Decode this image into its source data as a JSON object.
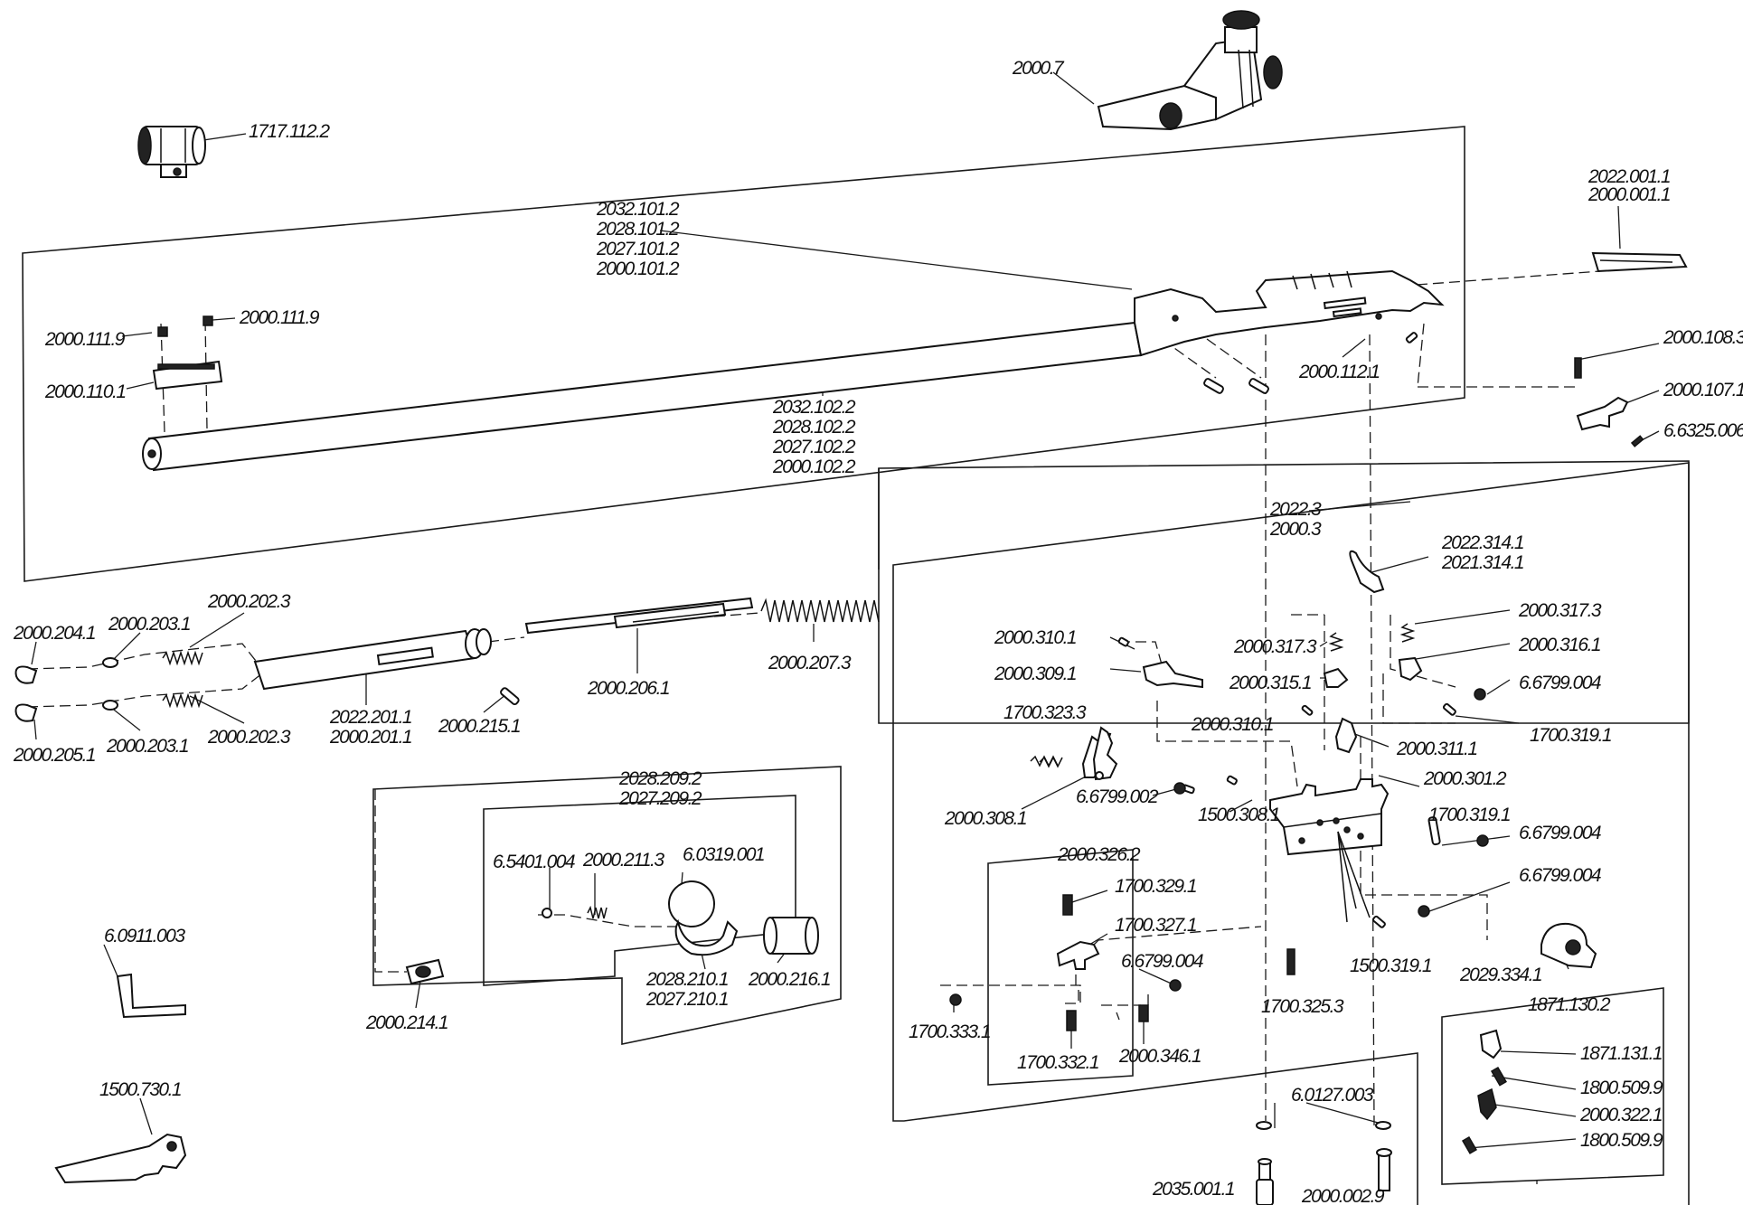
{
  "labels": {
    "rear_sight": "2000.7",
    "front_sight": "1717.112.2",
    "scope_mount": "2022.001.1",
    "scope_mount_b": "2000.001.1",
    "receiver_group_a": "2032.101.2",
    "receiver_group_b": "2028.101.2",
    "receiver_group_c": "2027.101.2",
    "receiver_group_d": "2000.101.2",
    "screw_1": "2000.111.9",
    "screw_2": "2000.111.9",
    "clamp": "2000.110.1",
    "barrel_a": "2032.102.2",
    "barrel_b": "2028.102.2",
    "barrel_c": "2027.102.2",
    "barrel_d": "2000.102.2",
    "pin_receiver": "2000.112.1",
    "spring_top": "2000.108.3",
    "lever": "2000.107.1",
    "pin_lever": "6.6325.006",
    "trigger_group_a": "2022.3",
    "trigger_group_b": "2000.3",
    "trigger_blade_a": "2022.314.1",
    "trigger_blade_b": "2021.314.1",
    "piston_cap_1": "2000.204.1",
    "piston_cap_2": "2000.205.1",
    "ball_1": "2000.203.1",
    "ball_2": "2000.203.1",
    "spring_1": "2000.202.3",
    "spring_2": "2000.202.3",
    "cylinder_a": "2022.201.1",
    "cylinder_b": "2000.201.1",
    "pin_cylinder": "2000.215.1",
    "piston_rod": "2000.206.1",
    "main_spring": "2000.207.3",
    "breech_group_a": "2028.209.2",
    "breech_group_b": "2027.209.2",
    "ball_small": "6.5401.004",
    "breech_spring": "2000.211.3",
    "seal": "6.0319.001",
    "breech_block_a": "2028.210.1",
    "breech_block_b": "2027.210.1",
    "sleeve": "2000.216.1",
    "loading_tap": "2000.214.1",
    "allen_key": "6.0911.003",
    "tool": "1500.730.1",
    "pin_310_a": "2000.310.1",
    "sear": "2000.309.1",
    "spring_323": "1700.323.3",
    "hammer": "2000.308.1",
    "washer_002": "6.6799.002",
    "pin_1500_308": "1500.308.1",
    "spring_317_a": "2000.317.3",
    "spring_317_b": "2000.317.3",
    "part_315": "2000.315.1",
    "part_316": "2000.316.1",
    "washer_004_a": "6.6799.004",
    "pin_319_a": "1700.319.1",
    "pin_310_b": "2000.310.1",
    "part_311": "2000.311.1",
    "housing": "2000.301.2",
    "pin_319_b": "1700.319.1",
    "washer_004_b": "6.6799.004",
    "washer_004_c": "6.6799.004",
    "adjuster_group": "2000.326.2",
    "screw_329": "1700.329.1",
    "part_327": "1700.327.1",
    "washer_004_d": "6.6799.004",
    "ball_333": "1700.333.1",
    "screw_332": "1700.332.1",
    "screw_346": "2000.346.1",
    "spring_325": "1700.325.3",
    "pin_1500_319": "1500.319.1",
    "safety": "2029.334.1",
    "safety_group": "1871.130.2",
    "part_1871": "1871.131.1",
    "screw_509_a": "1800.509.9",
    "part_322": "2000.322.1",
    "screw_509_b": "1800.509.9",
    "washer_pair": "6.0127.003",
    "stock_screw": "2035.001.1",
    "stock_screw_b": "2000.002.9"
  }
}
